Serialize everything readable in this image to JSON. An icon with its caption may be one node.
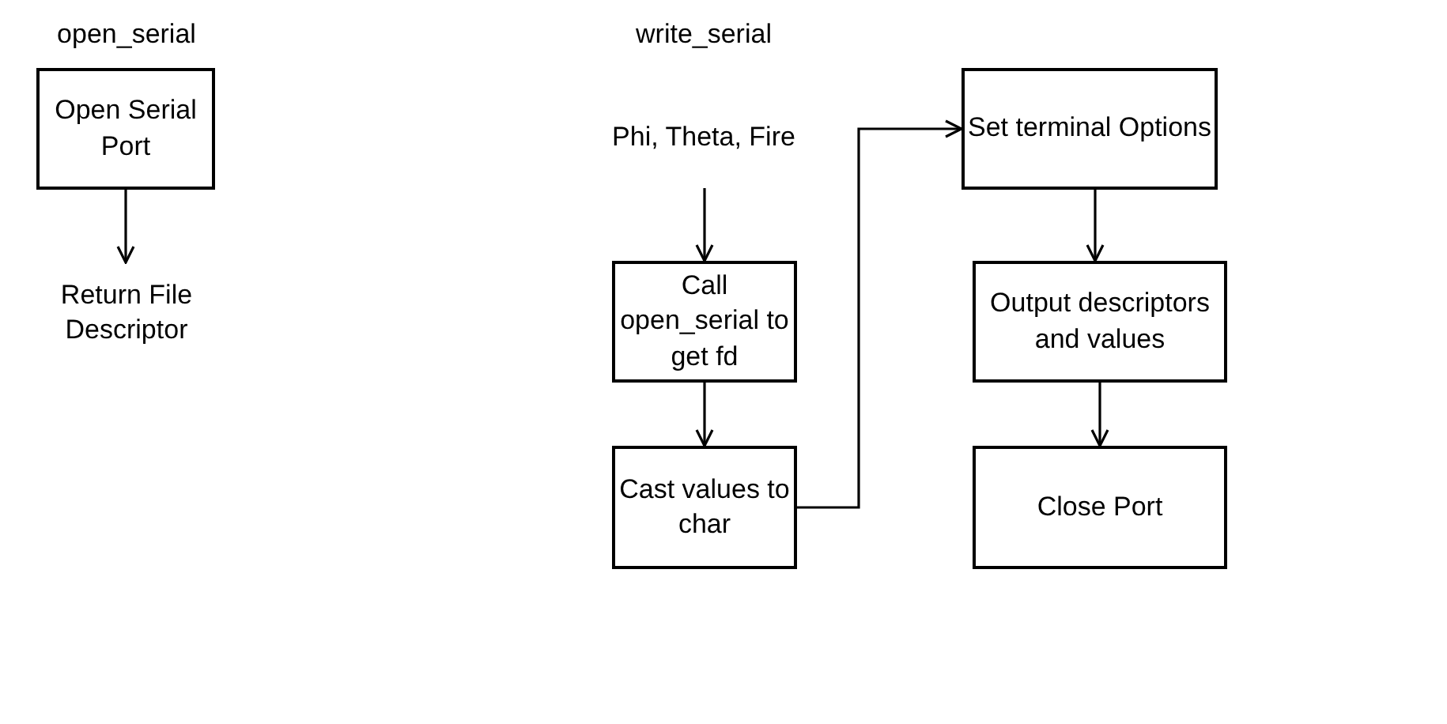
{
  "diagram": {
    "nodes": [
      {
        "text": [
          "Open Serial Port"
        ]
      },
      {
        "text": [
          "Return File Descriptor"
        ]
      },
      {
        "text": [
          "Phi, Theta, Fire"
        ]
      },
      {
        "text": [
          "Call open_serial to get fd"
        ]
      },
      {
        "text": [
          "Cast values to char"
        ]
      },
      {
        "text": [
          "Set terminal Options"
        ]
      },
      {
        "text": [
          "Output descriptors and values"
        ]
      },
      {
        "text": [
          "Close Port"
        ]
      }
    ],
    "edges": [
      {
        "from": 0,
        "to": 1,
        "arrow": "to"
      },
      {
        "from": 2,
        "to": 3,
        "arrow": "to"
      },
      {
        "from": 3,
        "to": 4,
        "arrow": "to"
      },
      {
        "from": 4,
        "to": 5,
        "arrow": "to"
      },
      {
        "from": 5,
        "to": 6,
        "arrow": "to"
      },
      {
        "from": 6,
        "to": 7,
        "arrow": "to"
      }
    ],
    "labels": [
      "open_serial",
      "write_serial"
    ]
  }
}
